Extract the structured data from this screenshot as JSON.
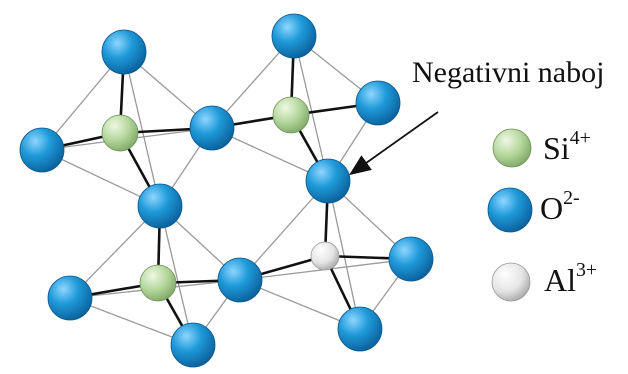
{
  "annotation": {
    "text": "Negativni naboj"
  },
  "legend": [
    {
      "id": "si",
      "base": "Si",
      "charge": "4+",
      "color": "#a8d08d"
    },
    {
      "id": "o",
      "base": "O",
      "charge": "2-",
      "color": "#1f8fd0"
    },
    {
      "id": "al",
      "base": "Al",
      "charge": "3+",
      "color": "#e6e6e6"
    }
  ],
  "colors": {
    "oxygen": "#1f8fd0",
    "silicon": "#a8d08d",
    "aluminium": "#e6e6e6",
    "bond": "#111111",
    "edge": "#9a9a9a"
  }
}
